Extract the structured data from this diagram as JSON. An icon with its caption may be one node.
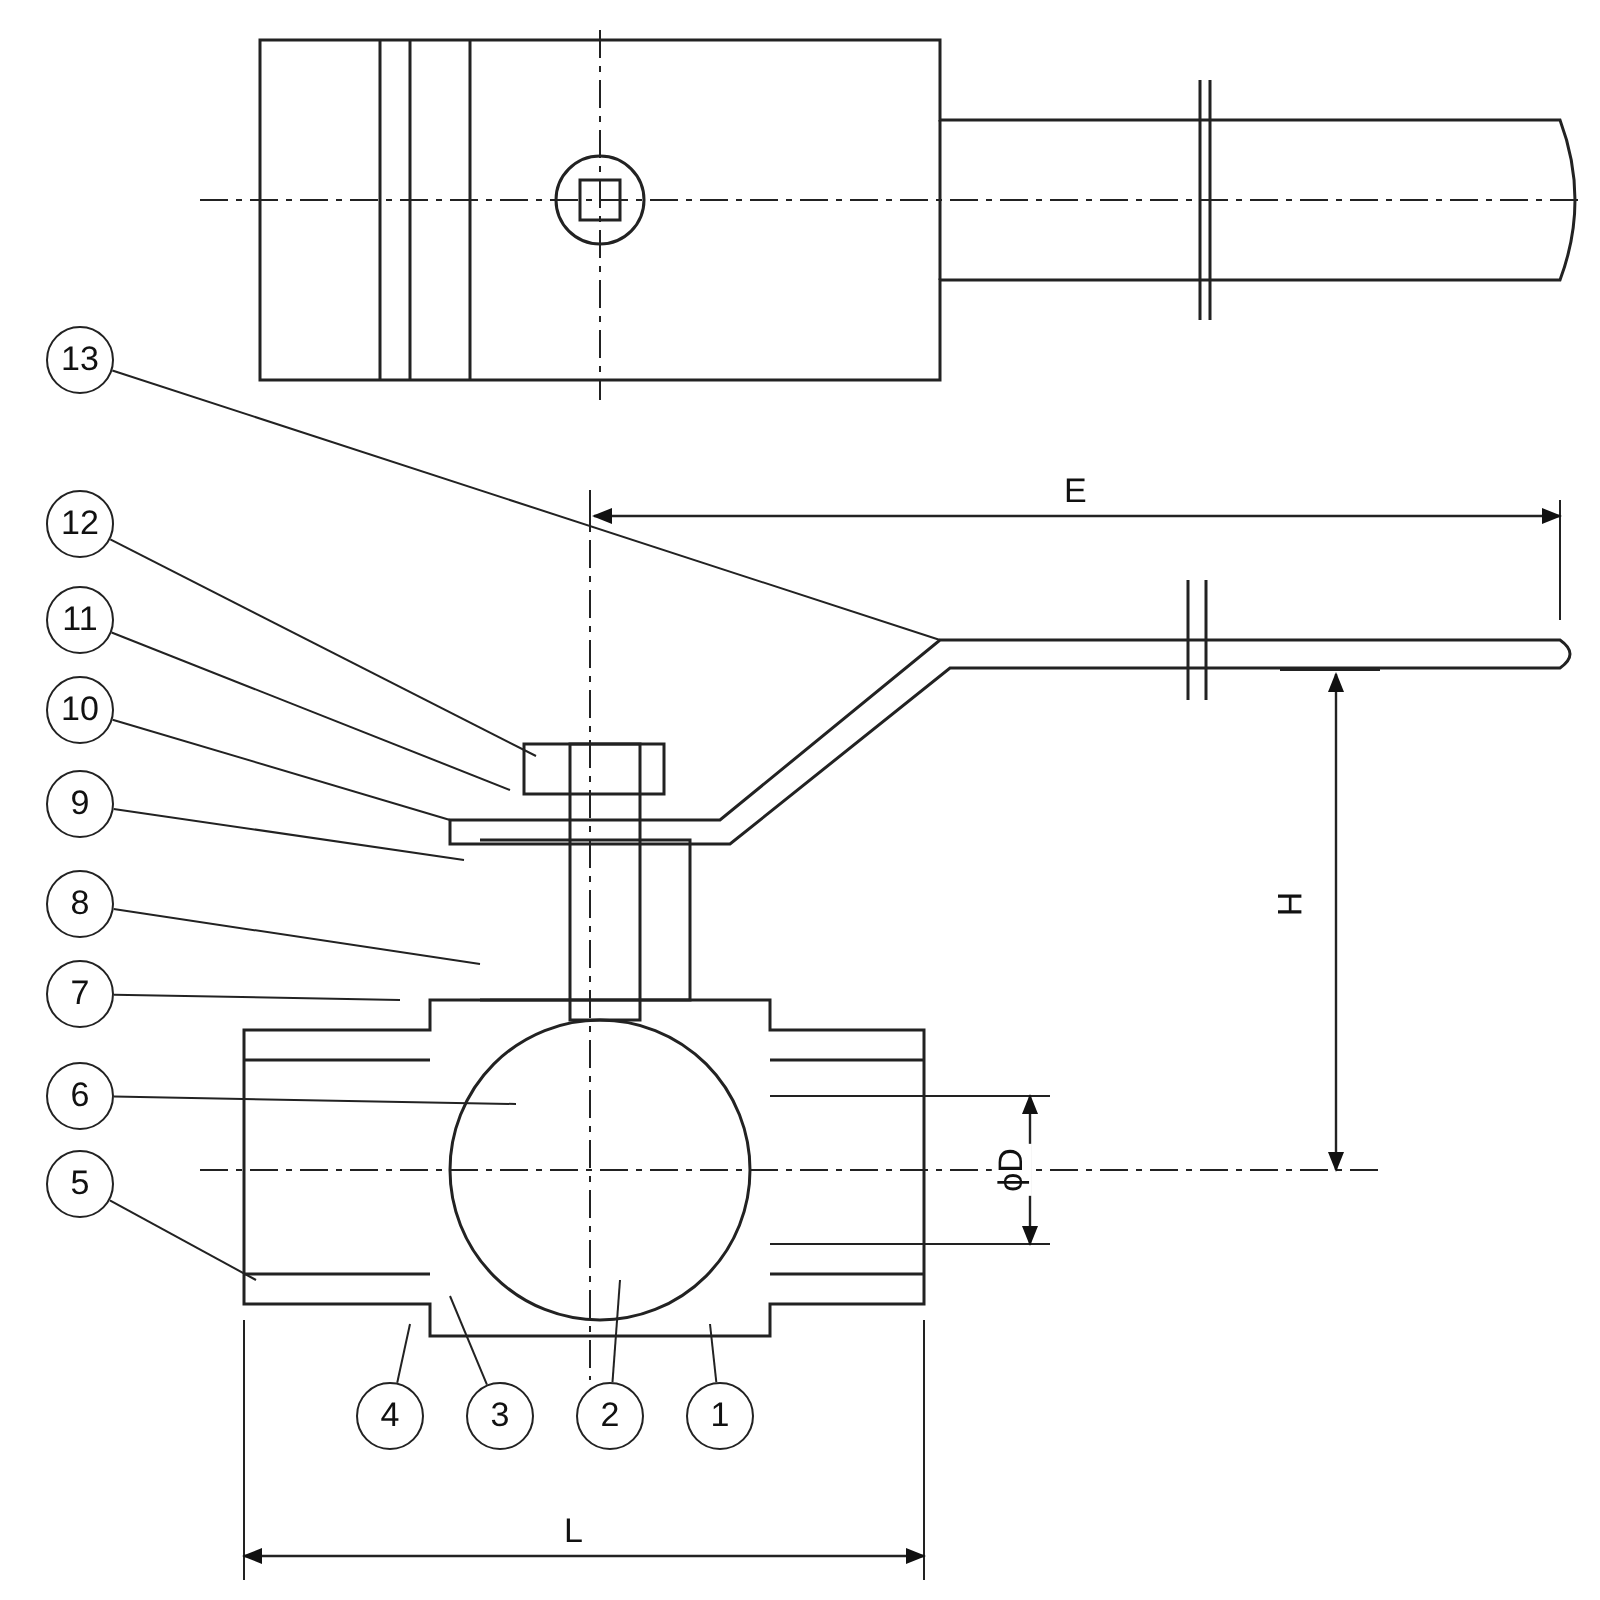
{
  "diagram": {
    "nodes": [
      {
        "text": [
          "13"
        ]
      },
      {
        "text": [
          "12"
        ]
      },
      {
        "text": [
          "11"
        ]
      },
      {
        "text": [
          "10"
        ]
      },
      {
        "text": [
          "9"
        ]
      },
      {
        "text": [
          "8"
        ]
      },
      {
        "text": [
          "7"
        ]
      },
      {
        "text": [
          "6"
        ]
      },
      {
        "text": [
          "5"
        ]
      },
      {
        "text": [
          "4"
        ]
      },
      {
        "text": [
          "3"
        ]
      },
      {
        "text": [
          "2"
        ]
      },
      {
        "text": [
          "1"
        ]
      }
    ],
    "edges": [
      {
        "from": 0,
        "to": null,
        "arrow": "none"
      },
      {
        "from": 1,
        "to": null,
        "arrow": "none"
      },
      {
        "from": 2,
        "to": null,
        "arrow": "none"
      },
      {
        "from": 3,
        "to": null,
        "arrow": "none"
      },
      {
        "from": 4,
        "to": null,
        "arrow": "none"
      },
      {
        "from": 5,
        "to": null,
        "arrow": "none"
      },
      {
        "from": 6,
        "to": null,
        "arrow": "none"
      },
      {
        "from": 7,
        "to": null,
        "arrow": "none"
      },
      {
        "from": 8,
        "to": null,
        "arrow": "none"
      },
      {
        "from": 9,
        "to": null,
        "arrow": "none"
      },
      {
        "from": 10,
        "to": null,
        "arrow": "none"
      },
      {
        "from": 11,
        "to": null,
        "arrow": "none"
      },
      {
        "from": 12,
        "to": null,
        "arrow": "none"
      }
    ],
    "labels": [
      "E",
      "H",
      "ϕD",
      "L"
    ]
  }
}
